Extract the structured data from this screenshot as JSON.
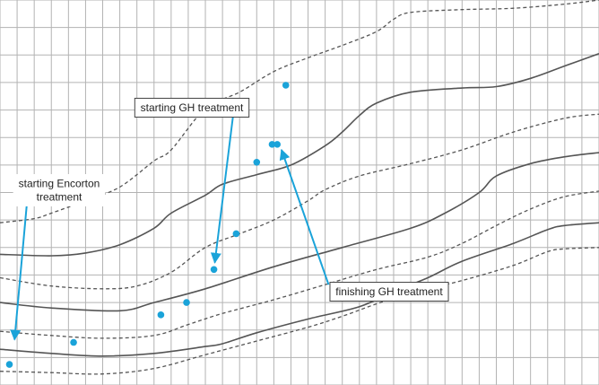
{
  "chart_data": {
    "type": "line",
    "grid": true,
    "grid_columns": 35,
    "grid_rows": 14,
    "colors": {
      "curve": "#555555",
      "grid": "#b3b3b3",
      "points": "#1aa3d9",
      "arrows": "#1aa3d9",
      "callout_border": "#444444"
    },
    "series": [
      {
        "style": "dashed",
        "values": [
          [
            0,
            13.5
          ],
          [
            3,
            13.55
          ],
          [
            6,
            13.6
          ],
          [
            9,
            13.4
          ],
          [
            12,
            12.9
          ],
          [
            15,
            12.4
          ],
          [
            18,
            11.9
          ],
          [
            20,
            11.5
          ],
          [
            22,
            11.05
          ],
          [
            24,
            10.65
          ],
          [
            27,
            10.2
          ],
          [
            30,
            9.65
          ],
          [
            32,
            9.15
          ],
          [
            33,
            9.05
          ],
          [
            35,
            9.0
          ]
        ]
      },
      {
        "style": "solid",
        "values": [
          [
            0,
            12.7
          ],
          [
            3,
            12.85
          ],
          [
            6,
            12.95
          ],
          [
            9,
            12.85
          ],
          [
            12,
            12.6
          ],
          [
            13,
            12.5
          ],
          [
            15,
            12.1
          ],
          [
            18,
            11.6
          ],
          [
            21,
            11.15
          ],
          [
            23,
            10.6
          ],
          [
            25,
            10.1
          ],
          [
            27,
            9.5
          ],
          [
            30,
            8.85
          ],
          [
            32,
            8.35
          ],
          [
            33,
            8.2
          ],
          [
            35,
            8.1
          ]
        ]
      },
      {
        "style": "dashed",
        "values": [
          [
            0,
            12.05
          ],
          [
            3,
            12.2
          ],
          [
            6,
            12.3
          ],
          [
            9,
            12.2
          ],
          [
            11,
            11.8
          ],
          [
            13,
            11.4
          ],
          [
            16,
            10.9
          ],
          [
            19,
            10.35
          ],
          [
            22,
            9.8
          ],
          [
            25,
            9.35
          ],
          [
            27,
            8.85
          ],
          [
            29,
            8.2
          ],
          [
            31,
            7.6
          ],
          [
            33,
            7.15
          ],
          [
            35,
            6.95
          ]
        ]
      },
      {
        "style": "solid",
        "values": [
          [
            0,
            11.0
          ],
          [
            3,
            11.2
          ],
          [
            7,
            11.3
          ],
          [
            9,
            11.0
          ],
          [
            12,
            10.5
          ],
          [
            16,
            9.7
          ],
          [
            20,
            9.0
          ],
          [
            24,
            8.3
          ],
          [
            26,
            7.75
          ],
          [
            28,
            7.0
          ],
          [
            29,
            6.4
          ],
          [
            31,
            5.95
          ],
          [
            33,
            5.7
          ],
          [
            35,
            5.55
          ]
        ]
      },
      {
        "style": "dashed",
        "values": [
          [
            0,
            10.1
          ],
          [
            3,
            10.4
          ],
          [
            6,
            10.5
          ],
          [
            8,
            10.4
          ],
          [
            10,
            9.9
          ],
          [
            12,
            9.0
          ],
          [
            14,
            8.5
          ],
          [
            16,
            8.0
          ],
          [
            18,
            7.3
          ],
          [
            19,
            6.9
          ],
          [
            21,
            6.4
          ],
          [
            24,
            5.95
          ],
          [
            27,
            5.45
          ],
          [
            30,
            4.8
          ],
          [
            33,
            4.3
          ],
          [
            35,
            4.15
          ]
        ]
      },
      {
        "style": "solid",
        "values": [
          [
            0,
            9.25
          ],
          [
            3,
            9.3
          ],
          [
            5,
            9.2
          ],
          [
            7,
            8.9
          ],
          [
            9,
            8.3
          ],
          [
            10,
            7.75
          ],
          [
            12,
            7.1
          ],
          [
            13,
            6.7
          ],
          [
            15,
            6.35
          ],
          [
            17,
            6.0
          ],
          [
            19,
            5.3
          ],
          [
            20,
            4.8
          ],
          [
            21,
            4.2
          ],
          [
            22,
            3.75
          ],
          [
            24,
            3.35
          ],
          [
            27,
            3.2
          ],
          [
            29,
            3.15
          ],
          [
            31,
            2.85
          ],
          [
            33,
            2.4
          ],
          [
            35,
            1.95
          ]
        ]
      },
      {
        "style": "dashed",
        "values": [
          [
            0,
            8.1
          ],
          [
            2,
            7.95
          ],
          [
            3,
            7.75
          ],
          [
            5,
            7.3
          ],
          [
            7,
            6.8
          ],
          [
            9,
            5.85
          ],
          [
            10,
            5.45
          ],
          [
            12,
            3.95
          ],
          [
            14,
            3.35
          ],
          [
            16,
            2.6
          ],
          [
            18,
            2.1
          ],
          [
            20,
            1.65
          ],
          [
            22,
            1.15
          ],
          [
            23,
            0.7
          ],
          [
            24,
            0.45
          ],
          [
            27,
            0.35
          ],
          [
            30,
            0.3
          ],
          [
            33,
            0.15
          ],
          [
            35,
            0.0
          ]
        ]
      }
    ],
    "points": [
      [
        0.55,
        13.25
      ],
      [
        4.3,
        12.45
      ],
      [
        9.4,
        11.45
      ],
      [
        10.9,
        11.0
      ],
      [
        12.5,
        9.8
      ],
      [
        13.8,
        8.5
      ],
      [
        15.0,
        5.9
      ],
      [
        15.9,
        5.25
      ],
      [
        16.2,
        5.25
      ],
      [
        16.7,
        3.1
      ]
    ],
    "annotations": [
      {
        "label": "starting GH treatment",
        "arrow_from": [
          13.7,
          3.8
        ],
        "arrow_to": [
          12.55,
          9.55
        ]
      },
      {
        "label": "starting Encorton\ntreatment",
        "arrow_from": [
          1.6,
          7.2
        ],
        "arrow_to": [
          0.85,
          12.35
        ]
      },
      {
        "label": "finishing GH treatment",
        "arrow_from": [
          19.2,
          10.35
        ],
        "arrow_to": [
          16.45,
          5.45
        ]
      }
    ]
  }
}
